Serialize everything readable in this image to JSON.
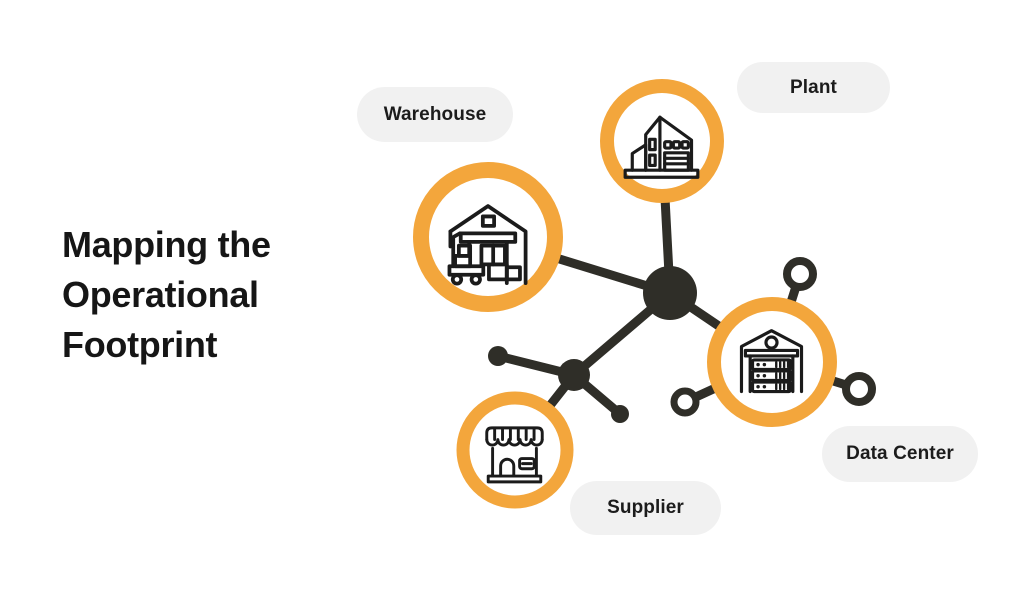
{
  "title": {
    "text": "Mapping the Operational Footprint",
    "lines": [
      "Mapping the",
      "Operational",
      "Footprint"
    ]
  },
  "nodes": {
    "warehouse": {
      "label": "Warehouse",
      "icon": "warehouse-icon"
    },
    "plant": {
      "label": "Plant",
      "icon": "factory-icon"
    },
    "supplier": {
      "label": "Supplier",
      "icon": "storefront-icon"
    },
    "data_center": {
      "label": "Data Center",
      "icon": "server-rack-icon"
    }
  },
  "colors": {
    "background": "#ffffff",
    "accent_orange": "#F3A63C",
    "network_dark": "#2F2E28",
    "icon_stroke": "#1b1b1b",
    "label_pill_bg": "#F1F1F1",
    "text": "#161616"
  }
}
